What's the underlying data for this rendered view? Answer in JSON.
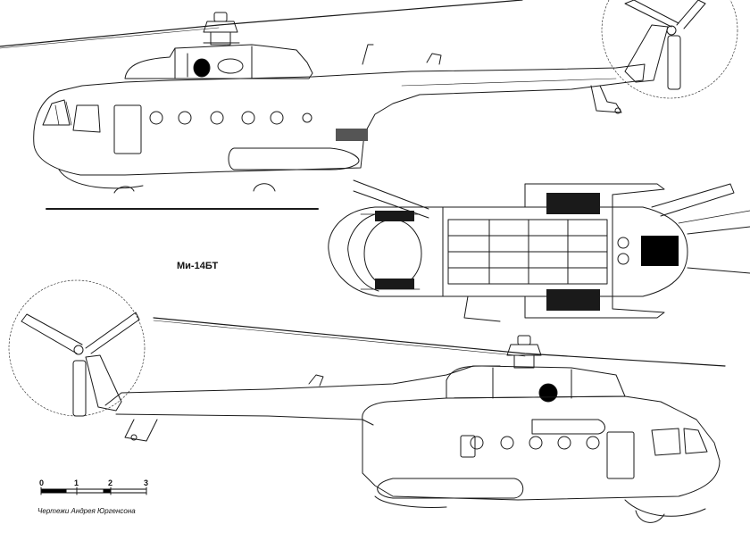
{
  "drawing": {
    "model_label": "Ми-14БТ",
    "credit": "Чертежи Андрея Юргенсона",
    "scale_ticks": [
      "0",
      "1",
      "2",
      "3"
    ],
    "line_color": "#1a1a1a",
    "shade_color": "#000000"
  }
}
